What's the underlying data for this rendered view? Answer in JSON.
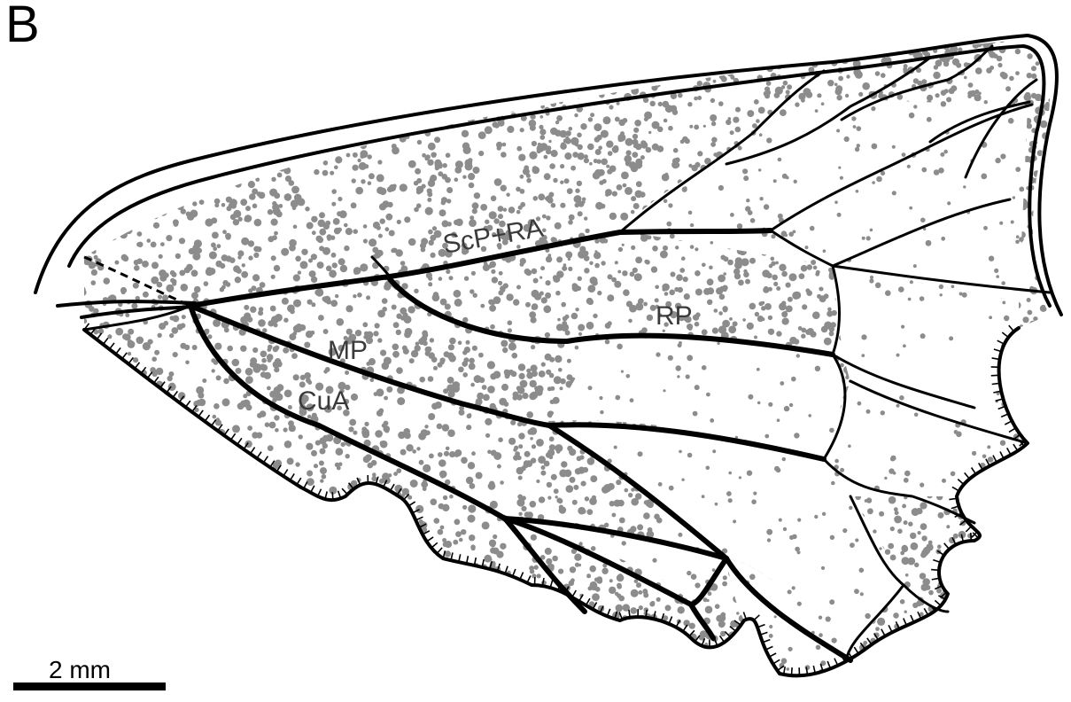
{
  "figure": {
    "panel_label": "B",
    "vein_labels": {
      "scp_ra": "ScP+RA",
      "rp": "RP",
      "mp": "MP",
      "cua": "CuA"
    },
    "scale_bar": {
      "label": "2 mm"
    },
    "colors": {
      "ink": "#000000",
      "stipple": "#8c8c8c",
      "label": "#3a3a3a",
      "background": "#ffffff"
    }
  }
}
